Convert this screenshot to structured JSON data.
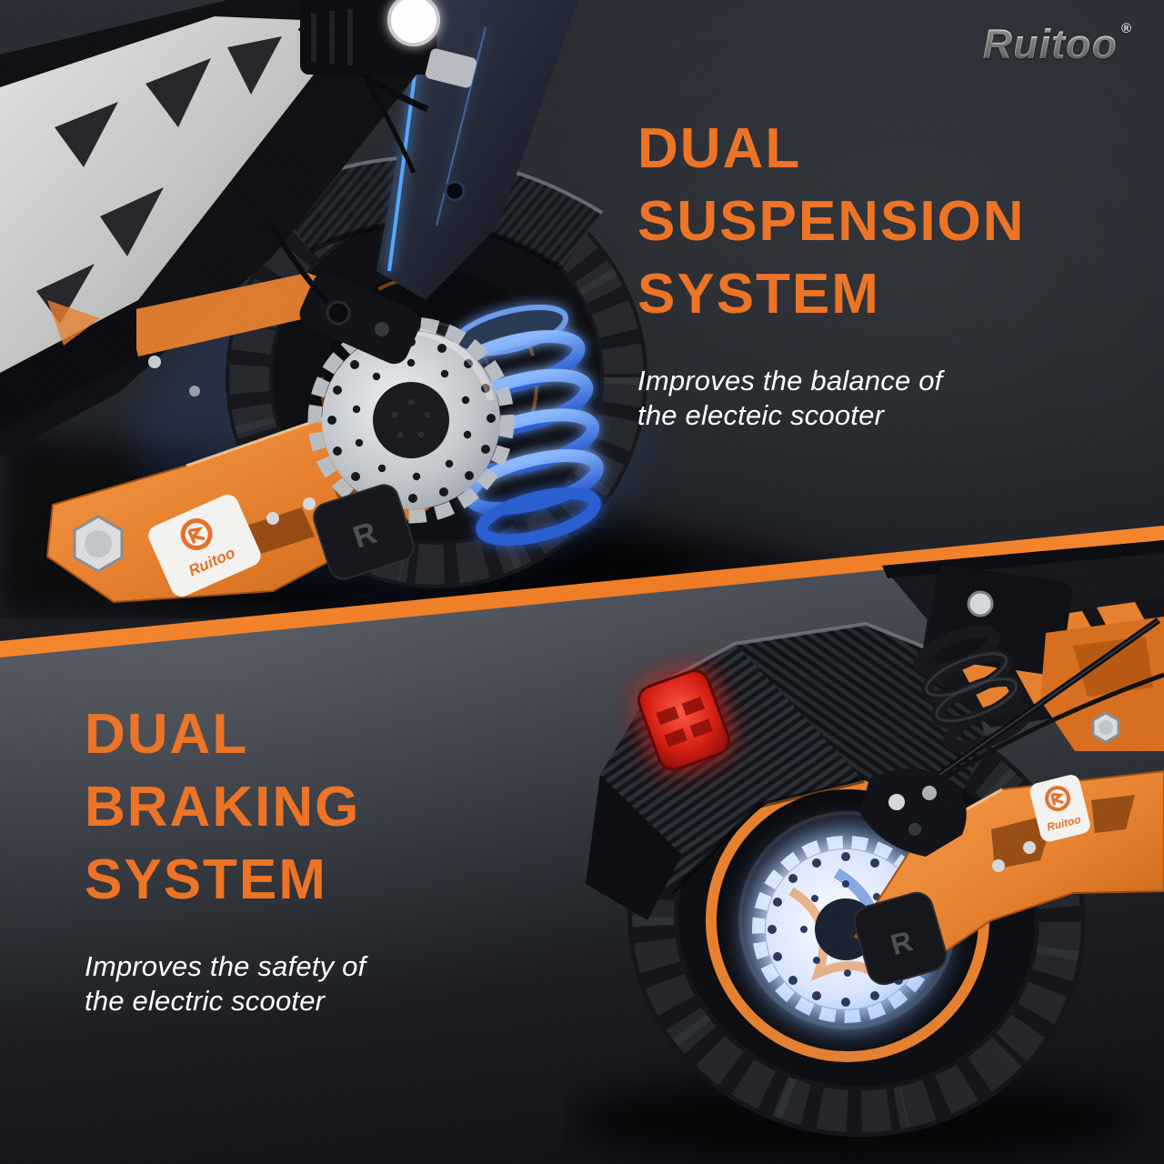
{
  "brand": {
    "name": "Ruitoo",
    "registered_mark": "®"
  },
  "sections": {
    "suspension": {
      "title_lines": [
        "DUAL",
        "SUSPENSION",
        "SYSTEM"
      ],
      "subtitle_lines": [
        "Improves the balance of",
        "the electeic scooter"
      ]
    },
    "braking": {
      "title_lines": [
        "DUAL",
        "BRAKING",
        "SYSTEM"
      ],
      "subtitle_lines": [
        "Improves the safety of",
        "the electric scooter"
      ]
    }
  },
  "illustrations": {
    "front_wheel": "front-suspension-wheel-photo",
    "rear_wheel": "rear-braking-wheel-photo",
    "swingarm_badge_text": "Ruitoo",
    "pivot_cover_letter": "R"
  },
  "colors": {
    "accent_orange": "#ED7426",
    "stripe_orange": "#F6872E",
    "swingarm_orange": "#E8812F",
    "suspension_blue": "#3D7BE8",
    "disc_glow_blue": "#9FC4FF",
    "taillight_red": "#E02020",
    "text_white": "#FFFFFF",
    "bg_top_dark": "#23262C",
    "bg_bottom_gray": "#4C5058"
  }
}
